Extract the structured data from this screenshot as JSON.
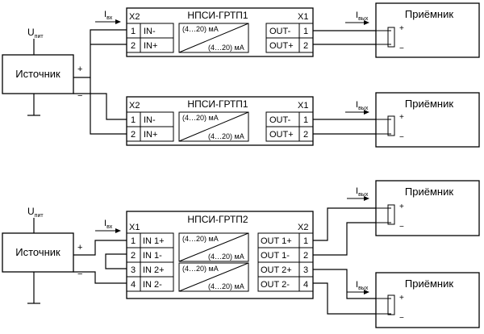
{
  "units": {
    "supply_label": "U",
    "supply_sub": "пит",
    "in_current_label": "I",
    "in_current_sub": "вх",
    "out_current_label": "I",
    "out_current_sub": "вых",
    "range_text": "(4…20) мА",
    "plus": "+",
    "minus": "−"
  },
  "top": {
    "source_label": "Источник",
    "module1": {
      "title": "НПСИ-ГРТП1",
      "in_conn": "X2",
      "out_conn": "X1",
      "pins_in": [
        "1",
        "2"
      ],
      "labels_in": [
        "IN-",
        "IN+"
      ],
      "labels_out": [
        "OUT-",
        "OUT+"
      ],
      "pins_out": [
        "1",
        "2"
      ]
    },
    "module2": {
      "title": "НПСИ-ГРТП1",
      "in_conn": "X2",
      "out_conn": "X1",
      "pins_in": [
        "1",
        "2"
      ],
      "labels_in": [
        "IN-",
        "IN+"
      ],
      "labels_out": [
        "OUT-",
        "OUT+"
      ],
      "pins_out": [
        "1",
        "2"
      ]
    },
    "receivers": [
      "Приёмник",
      "Приёмник"
    ]
  },
  "bottom": {
    "source_label": "Источник",
    "module": {
      "title": "НПСИ-ГРТП2",
      "in_conn": "X1",
      "out_conn": "X2",
      "pins_in": [
        "1",
        "2",
        "3",
        "4"
      ],
      "labels_in": [
        "IN 1+",
        "IN 1-",
        "IN 2+",
        "IN 2-"
      ],
      "labels_out": [
        "OUT 1+",
        "OUT 1-",
        "OUT 2+",
        "OUT 2-"
      ],
      "pins_out": [
        "1",
        "2",
        "3",
        "4"
      ]
    },
    "receivers": [
      "Приёмник",
      "Приёмник"
    ]
  }
}
